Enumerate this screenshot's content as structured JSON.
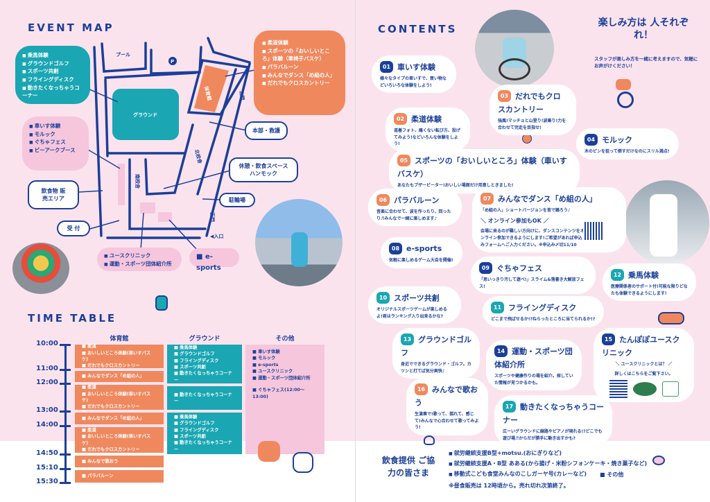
{
  "colors": {
    "navy": "#1b3f98",
    "teal": "#1aa6b3",
    "orange": "#f0885e",
    "pink": "#f6c6dc",
    "bg": "#fbe3ee"
  },
  "event_map": {
    "title": "EVENT MAP",
    "teal_list": [
      "乗馬体験",
      "グラウンドゴルフ",
      "スポーツ共創",
      "フライングディスク",
      "動きたくなっちゃうコーナー"
    ],
    "orange_list": [
      "柔道体験",
      "スポーツの「おいしいところ」体験（車椅子バスケ）",
      "パラバルーン",
      "みんなでダンス「め組の人」",
      "だれでもクロスカントリー"
    ],
    "pink_list": [
      "車いす体験",
      "モルック",
      "ぐちゃフェス",
      "ビーアークブース"
    ],
    "bottom_pink_list": [
      "ユースクリニック",
      "運動・スポーツ団体紹介所"
    ],
    "esports": "e-sports",
    "places": {
      "pool": "プール",
      "parking": "P",
      "ground": "グラウンド",
      "gym": "体育館",
      "north_gate": "北門",
      "north_building": "北校舎",
      "south_building": "南校舎",
      "main_gate": "正門",
      "entrance": "◀入口"
    },
    "boxes": {
      "hq": "本部・救護",
      "rest": "休憩・飲食スペース ハンモック",
      "bikes": "駐輪場",
      "food": "飲食物 販売エリア",
      "reception": "受 付"
    }
  },
  "timetable": {
    "title": "TIME TABLE",
    "times": [
      "10:00",
      "11:00",
      "12:00",
      "13:00",
      "14:00",
      "14:50",
      "15:10",
      "15:30"
    ],
    "columns": [
      "体育館",
      "グラウンド",
      "その他"
    ],
    "gym": [
      [
        "柔道",
        "おいしいところ体験(車いすバスケ)",
        "だれでもクロスカントリー"
      ],
      [
        "みんなでダンス「め組の人」"
      ],
      [
        "柔道",
        "おいしいところ体験(車いすバスケ)",
        "だれでもクロスカントリー"
      ],
      [
        "みんなでダンス「め組の人」"
      ],
      [
        "柔道",
        "おいしいところ体験(車いすバスケ)",
        "だれでもクロスカントリー"
      ],
      [
        "みんなで歌おう"
      ],
      [
        "パラバルーン"
      ]
    ],
    "ground": [
      [
        "乗馬体験",
        "グラウンドゴルフ",
        "フライングディスク",
        "スポーツ共創",
        "動きたくなっちゃうコーナー"
      ],
      [
        "動きたくなっちゃうコーナー"
      ],
      [
        "乗馬体験",
        "グラウンドゴルフ",
        "フライングディスク",
        "スポーツ共創",
        "動きたくなっちゃうコーナー"
      ]
    ],
    "other": [
      "車いす体験",
      "モルック",
      "e-sports",
      "ユースクリニック",
      "運動・スポーツ団体紹介所",
      "",
      "ぐちゃフェス(12:00〜13:00)"
    ]
  },
  "contents": {
    "title": "CONTENTS",
    "slogan": "楽しみ方は 人それぞれ！",
    "slogan_sub": "スタッフが楽しみ方を一緒に考えますので、気軽にお声がけください！",
    "items": [
      {
        "num": "01",
        "title": "車いす体験",
        "desc": "様々なタイプの車いすで、買い物などいろいろな体験をしよう!",
        "color": "#1b3f98"
      },
      {
        "num": "02",
        "title": "柔道体験",
        "desc": "道着フォト、痛くない転び方、投げてみよう!などいろんな体験をしよう!",
        "color": "#f0885e"
      },
      {
        "num": "03",
        "title": "だれでもクロスカントリー",
        "desc": "強風!マッチョと山登り!波乗り!力を合わせて完走を目指せ!",
        "color": "#f0885e"
      },
      {
        "num": "04",
        "title": "モルック",
        "desc": "木のピンを狙って倒すだけなのにスリル満点!",
        "color": "#1b3f98"
      },
      {
        "num": "05",
        "title": "スポーツの「おいしいところ」体験（車いすバスケ）",
        "desc": "あなたもブザービーター!おいしい場面だけ用意しときました!",
        "color": "#f0885e"
      },
      {
        "num": "06",
        "title": "パラバルーン",
        "desc": "音楽に合わせて、波を作ったり、回ったり♬みんなで一緒に楽しめます♪",
        "color": "#f0885e"
      },
      {
        "num": "07",
        "title": "みんなでダンス「め組の人」",
        "desc": "「め組の人」ショートバージョンを皆で踊ろう♪",
        "online": "＼ オンライン参加もOK ／",
        "online_desc": "会場に来るのが難しい方向けに、ダンスコンテンツをオンライン参加できるようにします!ご希望があれば申込みフォームへご入力ください。※申込み〆切11/10",
        "color": "#f0885e"
      },
      {
        "num": "08",
        "title": "e-sports",
        "desc": "気軽に楽しめるゲーム大会を開催!",
        "color": "#1b3f98"
      },
      {
        "num": "09",
        "title": "ぐちゃフェス",
        "desc": "「思いっきり汚して遊べ!」スライム&落書き大解放フェス!",
        "color": "#1b3f98"
      },
      {
        "num": "10",
        "title": "スポーツ共創",
        "desc": "オリジナルスポーツゲームが楽しめるよ!君はランキング入り出来るかな?",
        "color": "#1aa6b3"
      },
      {
        "num": "11",
        "title": "フライングディスク",
        "desc": "どこまで飛ばせるか!?ねらったところに当てられるか!?",
        "color": "#1aa6b3"
      },
      {
        "num": "12",
        "title": "乗馬体験",
        "desc": "医療関係者のサポート付!可能な限りどなたも体験できるようにします!",
        "color": "#1aa6b3"
      },
      {
        "num": "13",
        "title": "グラウンドゴルフ",
        "desc": "身近でできるグラウンド・ゴルフ。カツンと打てば気分爽快♪",
        "color": "#1aa6b3"
      },
      {
        "num": "14",
        "title": "運動・スポーツ団体紹介所",
        "desc": "スポーツや健康作りの場を紹介。探していた情報が見つかるかも。",
        "color": "#1b3f98"
      },
      {
        "num": "15",
        "title": "たんぽぽユースクリニック",
        "desc": "詳しくはこちらをご覧下さい。",
        "online": "＼ ユースクリニックとは？ ／",
        "color": "#1b3f98"
      },
      {
        "num": "16",
        "title": "みんなで歌おう",
        "desc": "生演奏で!歌って、揺れて、感じて!みんなで心合わせて歌ってみよう!",
        "color": "#f0885e"
      },
      {
        "num": "17",
        "title": "動きたくなっちゃうコーナー",
        "desc": "広ーいグラウンドに線路やピアノが現れる!?どこでも遊び場♬からだが勝手に動き出すかも?",
        "color": "#1aa6b3"
      }
    ]
  },
  "food": {
    "title": "飲食提供 ご協力の皆さま",
    "items": [
      "就労継続支援B型+motsu.(おにぎりなど)",
      "就労継続支援A・B型 あある(から揚げ・米粉シフォンケーキ・焼き菓子など)",
      "移動式こども食堂みんなのこしガーヤ号(カレーなど)"
    ],
    "other": "その他",
    "note": "※昼食販売は 12時頃から。売れ切れ次第終了。"
  }
}
